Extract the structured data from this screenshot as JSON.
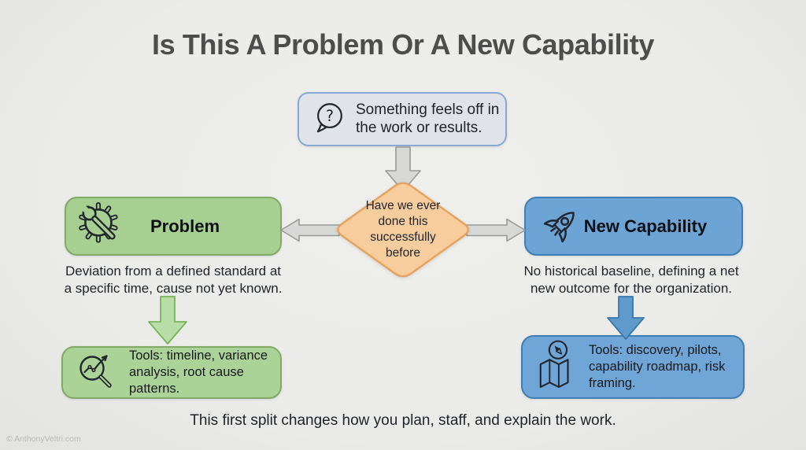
{
  "colors": {
    "background": "#ebebe9",
    "title_text": "#4d4d4d",
    "body_text": "#1f2329",
    "icon_ink": "#22262d",
    "start_fill": "#e0e4ea",
    "start_border": "#87a9d4",
    "decision_fill": "#f7cd9e",
    "decision_border": "#e8a25c",
    "green_fill": "#a8cf92",
    "green_tools_fill": "#abd398",
    "green_border": "#83a968",
    "green_arrow_fill": "#b9dda6",
    "green_arrow_border": "#77b55b",
    "blue_fill": "#6da4d6",
    "blue_tools_fill": "#6fa6d7",
    "blue_border": "#3f7fb6",
    "blue_arrow_fill": "#5f9acd",
    "blue_arrow_border": "#3a77ac",
    "gray_arrow_fill": "#d8d8d6",
    "gray_arrow_border": "#9a9a98",
    "watermark_text": "#b9b9b6"
  },
  "page": {
    "title": "Is This A Problem Or A New Capability",
    "caption": "This first split changes how you plan, staff, and explain the work.",
    "watermark": "© AnthonyVeltri.com"
  },
  "flow": {
    "start": {
      "icon": "question-speech-bubble",
      "text": "Something feels off in\nthe work or results."
    },
    "decision": {
      "text": "Have we ever\ndone this\nsuccessfully\nbefore"
    },
    "branches": {
      "problem": {
        "label": "Problem",
        "icon": "gear-wrench",
        "description": "Deviation from a defined standard at\na specific time, cause not yet known.",
        "tools_icon": "magnifier-trendline",
        "tools": "Tools: timeline, variance\nanalysis, root cause patterns."
      },
      "new_capability": {
        "label": "New Capability",
        "icon": "rocket",
        "description": "No historical baseline, defining a net\nnew outcome for the organization.",
        "tools_icon": "compass-map",
        "tools": "Tools: discovery, pilots,\ncapability roadmap, risk\nframing."
      }
    }
  }
}
